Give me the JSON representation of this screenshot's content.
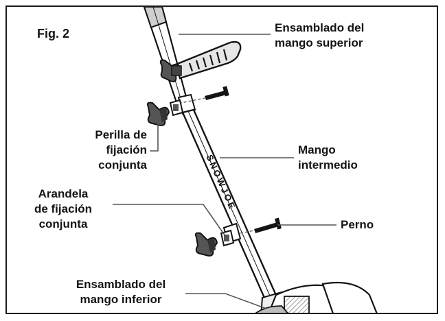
{
  "figure": {
    "label": "Fig. 2",
    "brand_mark": "SNOWJOE"
  },
  "labels": {
    "upper_handle": [
      "Ensamblado del",
      "mango superior"
    ],
    "lock_knob": [
      "Perilla de",
      "fijación",
      "conjunta"
    ],
    "middle_handle": [
      "Mango",
      "intermedio"
    ],
    "lock_washer": [
      "Arandela",
      "de fijación",
      "conjunta"
    ],
    "bolt": [
      "Perno"
    ],
    "lower_handle": [
      "Ensamblado del",
      "mango inferior"
    ]
  },
  "colors": {
    "ink": "#141414",
    "leader": "#555555",
    "shade": "#bdbdbd",
    "face": "#ffffff"
  }
}
